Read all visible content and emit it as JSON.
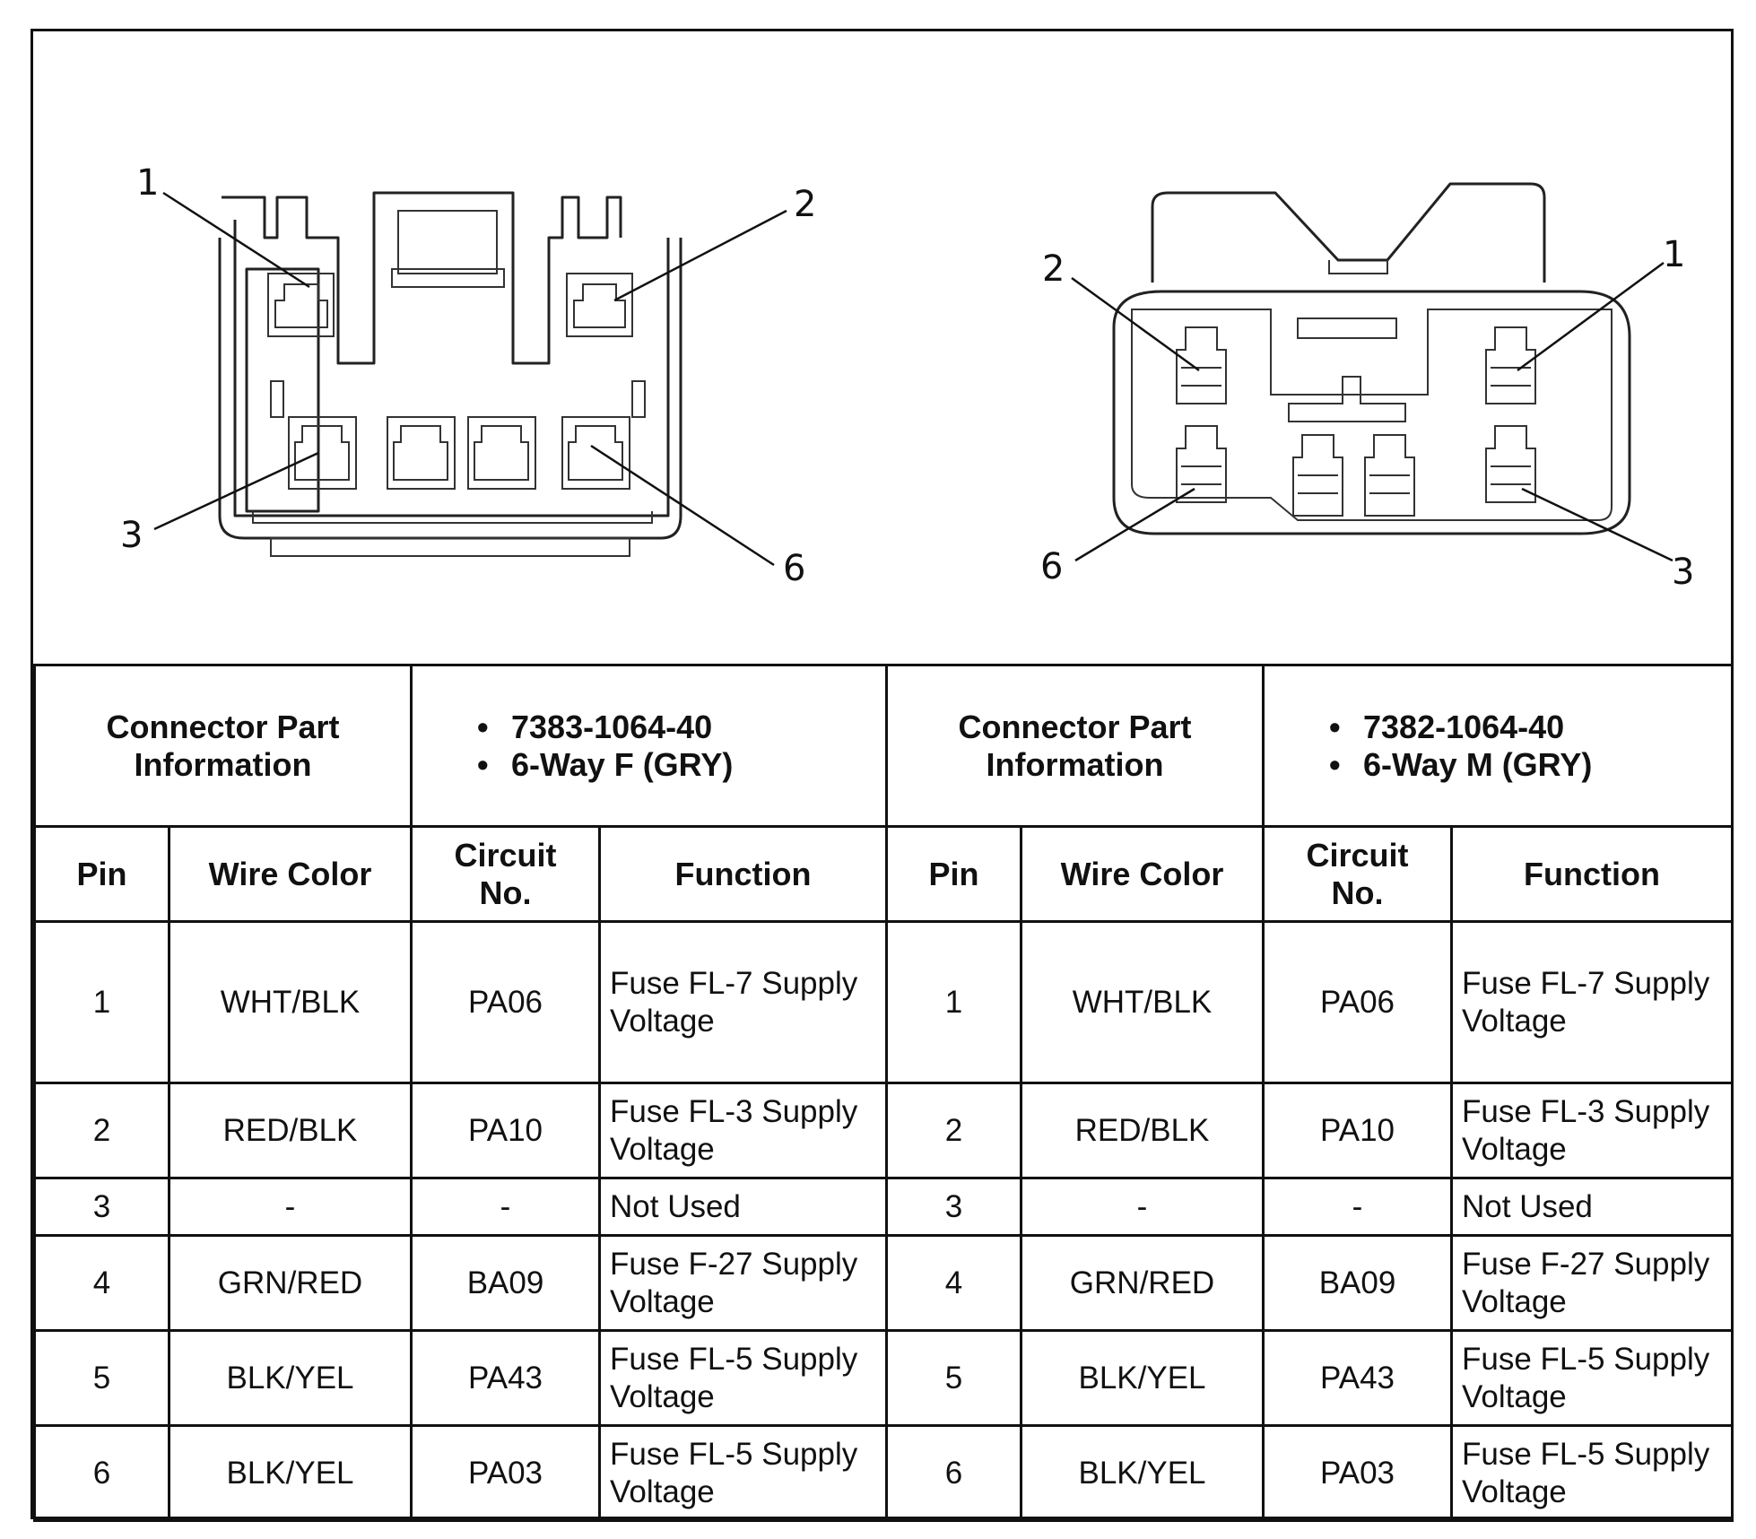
{
  "left_connector": {
    "pin_labels": [
      "1",
      "2",
      "3",
      "6"
    ],
    "part_header": "Connector Part Information",
    "part_number": "7383-1064-40",
    "part_desc": "6-Way F (GRY)"
  },
  "right_connector": {
    "pin_labels": [
      "2",
      "1",
      "6",
      "3"
    ],
    "part_header": "Connector Part Information",
    "part_number": "7382-1064-40",
    "part_desc": "6-Way M (GRY)"
  },
  "columns": {
    "pin": "Pin",
    "wire_color": "Wire Color",
    "circuit_l1": "Circuit",
    "circuit_l2": "No.",
    "function": "Function"
  },
  "rows": [
    {
      "pin": "1",
      "wire": "WHT/BLK",
      "circuit": "PA06",
      "func_l1": "Fuse FL-7 Supply",
      "func_l2": "Voltage"
    },
    {
      "pin": "2",
      "wire": "RED/BLK",
      "circuit": "PA10",
      "func_l1": "Fuse FL-3 Supply",
      "func_l2": "Voltage"
    },
    {
      "pin": "3",
      "wire": "-",
      "circuit": "-",
      "func_l1": "Not Used",
      "func_l2": ""
    },
    {
      "pin": "4",
      "wire": "GRN/RED",
      "circuit": "BA09",
      "func_l1": "Fuse F-27 Supply",
      "func_l2": "Voltage"
    },
    {
      "pin": "5",
      "wire": "BLK/YEL",
      "circuit": "PA43",
      "func_l1": "Fuse FL-5 Supply",
      "func_l2": "Voltage"
    },
    {
      "pin": "6",
      "wire": "BLK/YEL",
      "circuit": "PA03",
      "func_l1": "Fuse FL-5 Supply",
      "func_l2": "Voltage"
    }
  ]
}
